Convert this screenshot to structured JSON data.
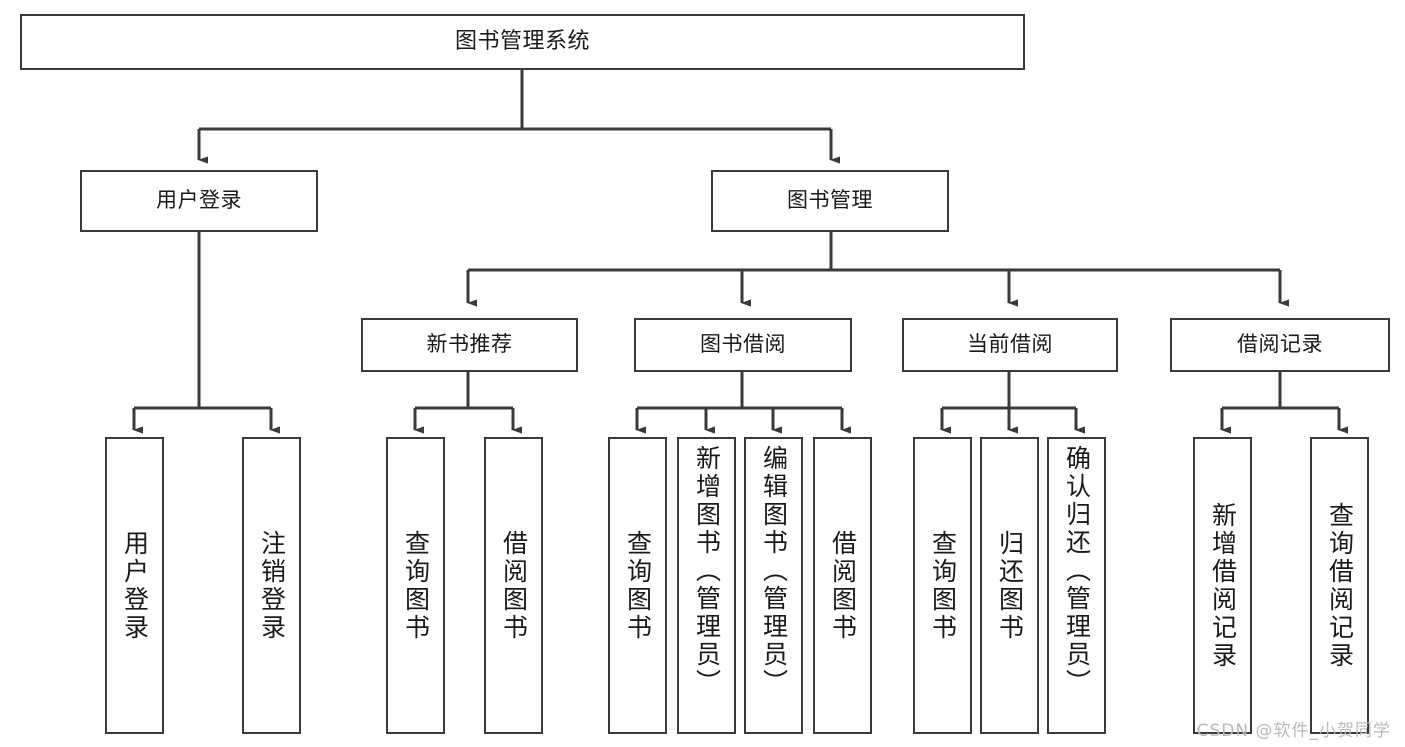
{
  "diagram": {
    "title": "图书管理系统",
    "type": "tree",
    "colors": {
      "box_border": "#3a3a3a",
      "box_fill": "#ffffff",
      "edge": "#3a3a3a",
      "text": "#1a1a1a",
      "watermark": "#b9b9b9"
    },
    "root": {
      "label": "图书管理系统"
    },
    "level1": [
      {
        "label": "用户登录"
      },
      {
        "label": "图书管理"
      }
    ],
    "level2": [
      {
        "label": "新书推荐"
      },
      {
        "label": "图书借阅"
      },
      {
        "label": "当前借阅"
      },
      {
        "label": "借阅记录"
      }
    ],
    "leaves": {
      "user_login": [
        {
          "label": "用户登录"
        },
        {
          "label": "注销登录"
        }
      ],
      "new_book": [
        {
          "label": "查询图书"
        },
        {
          "label": "借阅图书"
        }
      ],
      "book_borrow": [
        {
          "label": "查询图书"
        },
        {
          "label": "新增图书（管理员）"
        },
        {
          "label": "编辑图书（管理员）"
        },
        {
          "label": "借阅图书"
        }
      ],
      "current_borrow": [
        {
          "label": "查询图书"
        },
        {
          "label": "归还图书"
        },
        {
          "label": "确认归还（管理员）"
        }
      ],
      "borrow_record": [
        {
          "label": "新增借阅记录"
        },
        {
          "label": "查询借阅记录"
        }
      ]
    }
  },
  "watermark": {
    "text": "CSDN @软件_小贺同学"
  }
}
